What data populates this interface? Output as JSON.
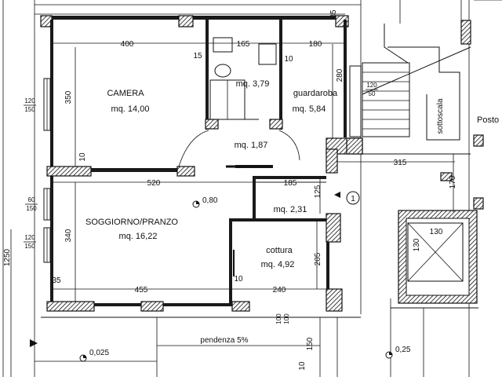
{
  "rooms": [
    {
      "name": "CAMERA",
      "area": "mq. 14,00"
    },
    {
      "name": "guardaroba",
      "area": "mq. 5,84"
    },
    {
      "name": "",
      "area": "mq. 3,79"
    },
    {
      "name": "",
      "area": "mq. 1,87"
    },
    {
      "name": "",
      "area": "mq. 2,31"
    },
    {
      "name": "SOGGIORNO/PRANZO",
      "area": "mq. 16,22"
    },
    {
      "name": "cottura",
      "area": "mq. 4,92"
    }
  ],
  "dimensions": {
    "camera_width": "400",
    "bath_width": "165",
    "bath_left": "15",
    "bath_right": "10",
    "guardaroba_width": "180",
    "camera_height": "350",
    "guardaroba_height": "280",
    "top_right": "35",
    "wall_10": "10",
    "soggiorno_width": "520",
    "d185": "185",
    "d125": "125",
    "soggiorno_height": "340",
    "d205": "205",
    "d455": "455",
    "d240": "240",
    "d10b": "10",
    "d35": "35",
    "d315": "315",
    "d170": "170",
    "d130a": "130",
    "d130b": "130",
    "total_height": "1250",
    "d100a": "100",
    "d100b": "100",
    "d150": "150",
    "d10c": "10"
  },
  "windows": [
    {
      "w": "120",
      "h": "150"
    },
    {
      "w": "60",
      "h": "150"
    },
    {
      "w": "120",
      "h": "150"
    },
    {
      "w": "120",
      "h": "50"
    }
  ],
  "elevations": [
    "0,80",
    "0,025",
    "0,25"
  ],
  "labels": {
    "sottoscala": "sottoscala",
    "posto": "Posto",
    "pendenza": "pendenza 5%",
    "marker": "1"
  }
}
